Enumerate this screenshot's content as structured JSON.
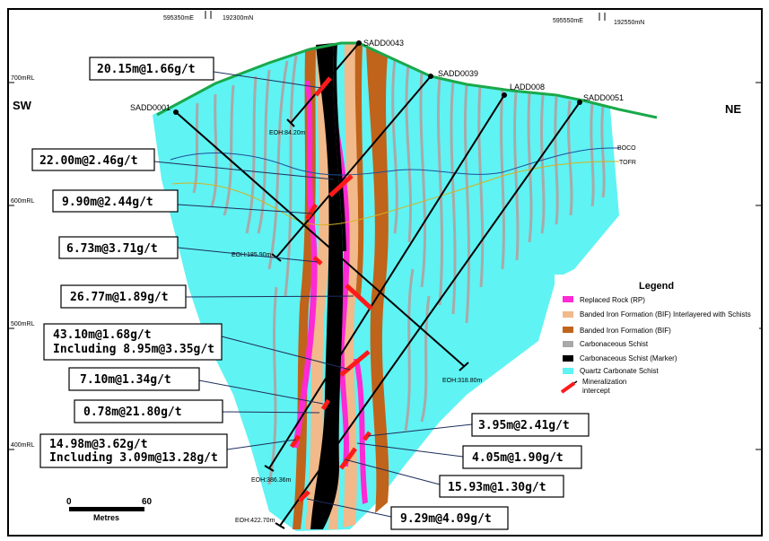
{
  "coords": {
    "left_e": "595350mE",
    "left_n": "192300mN",
    "right_e": "595550mE",
    "right_n": "192550mN"
  },
  "orientation": {
    "left": "SW",
    "right": "NE"
  },
  "rl_labels": [
    "700mRL",
    "600mRL",
    "500mRL",
    "400mRL"
  ],
  "holes": {
    "h43": "SADD0043",
    "h39": "SADD0039",
    "h08": "LADD008",
    "h51": "SADD0051",
    "h01": "SADD0001"
  },
  "eoh": {
    "e1": "EOH:84.20m",
    "e2": "EOH:185.90m",
    "e3": "EOH:318.80m",
    "e4": "EOH:386.36m",
    "e5": "EOH:422.70m"
  },
  "horizons": {
    "boco": "BOCO",
    "tofr": "TOFR"
  },
  "intercepts": {
    "i1": "20.15m@1.66g/t",
    "i2": "22.00m@2.46g/t",
    "i3": "9.90m@2.44g/t",
    "i4": "6.73m@3.71g/t",
    "i5": "26.77m@1.89g/t",
    "i6a": "43.10m@1.68g/t",
    "i6b": "Including 8.95m@3.35g/t",
    "i7": "7.10m@1.34g/t",
    "i8": "0.78m@21.80g/t",
    "i9a": "14.98m@3.62g/t",
    "i9b": "Including 3.09m@13.28g/t",
    "i10": "3.95m@2.41g/t",
    "i11": "4.05m@1.90g/t",
    "i12": "15.93m@1.30g/t",
    "i13": "9.29m@4.09g/t"
  },
  "legend": {
    "title": "Legend",
    "items": [
      {
        "label": "Replaced Rock (RP)",
        "color": "#ff2ad4"
      },
      {
        "label": "Banded Iron Formation (BIF) Interlayered with Schists",
        "color": "#f2b98a"
      },
      {
        "label": "Banded Iron Formation (BIF)",
        "color": "#c0631b"
      },
      {
        "label": "Carbonaceous Schist",
        "color": "#a9a9a9"
      },
      {
        "label": "Carbonaceous Schist (Marker)",
        "color": "#000000"
      },
      {
        "label": "Quartz Carbonate Schist",
        "color": "#5ff3f3"
      }
    ],
    "mineral_1": "Mineralization",
    "mineral_2": "intercept"
  },
  "scale": {
    "zero": "0",
    "max": "60",
    "unit": "Metres"
  },
  "colors": {
    "qcs": "#5ff3f3",
    "bif": "#c0631b",
    "bif_schist": "#f2b98a",
    "rp": "#ff2ad4",
    "cs": "#a9a9a9",
    "topo": "#1aa84a",
    "mineral": "#ff1a1a"
  }
}
